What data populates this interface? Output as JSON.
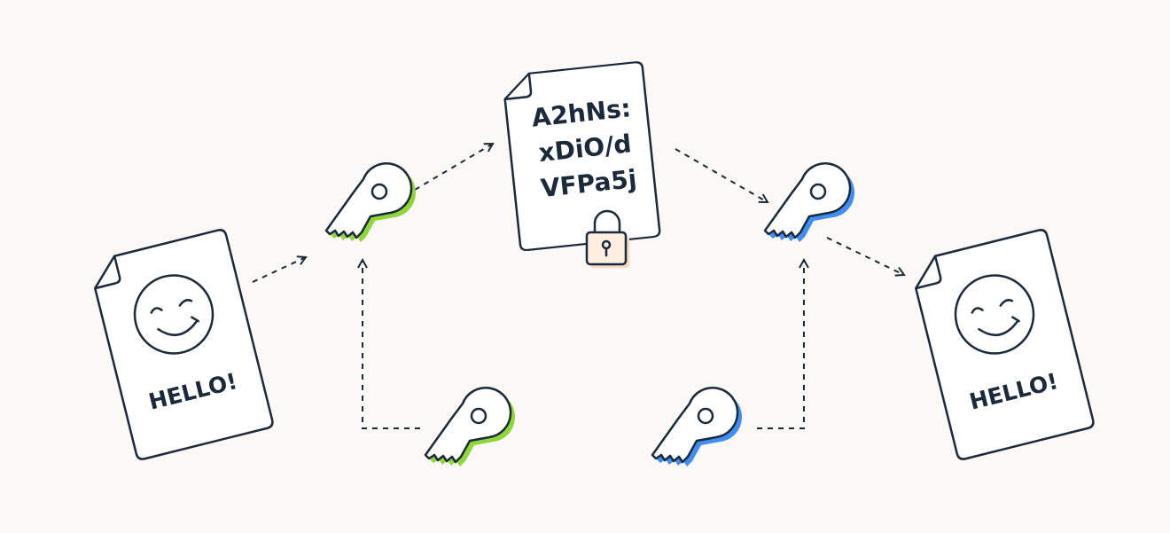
{
  "documents": {
    "plaintext_left": {
      "label": "HELLO!"
    },
    "ciphertext": {
      "lines": [
        "A2hNs:",
        "xDiO/d",
        "VFPa5j"
      ]
    },
    "plaintext_right": {
      "label": "HELLO!"
    }
  },
  "icons": {
    "smiley": "smiley-face-icon",
    "lock": "padlock-icon",
    "encrypt_key": "key-icon",
    "decrypt_key": "key-icon"
  },
  "colors": {
    "background": "#fcf8f5",
    "outline": "#1b2a3a",
    "paper": "#ffffff",
    "encrypt_key": "#8fd63a",
    "decrypt_key": "#3f8ef5",
    "lock_body": "#f8d9bd"
  }
}
